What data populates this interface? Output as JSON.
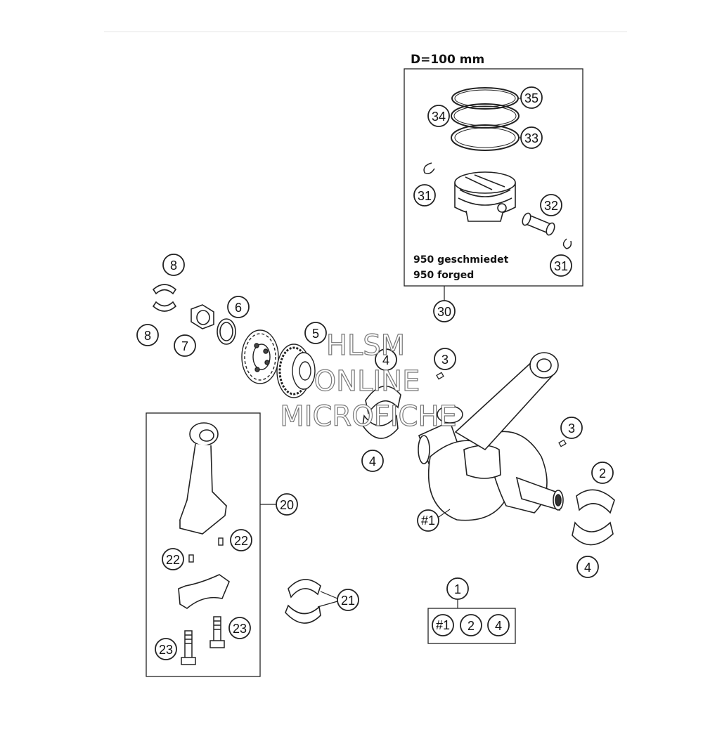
{
  "diagram": {
    "piston_kit": {
      "title": "D=100 mm",
      "note_line1": "950 geschmiedet",
      "note_line2": "950 forged"
    },
    "callouts": {
      "c35": "35",
      "c34": "34",
      "c33": "33",
      "c31a": "31",
      "c32": "32",
      "c31b": "31",
      "c30": "30",
      "c8a": "8",
      "c8b": "8",
      "c7": "7",
      "c6": "6",
      "c5": "5",
      "c4a": "4",
      "c3a": "3",
      "c3b": "3",
      "c4b": "4",
      "c2": "2",
      "c1crank": "#1",
      "c4c": "4",
      "c20": "20",
      "c22a": "22",
      "c22b": "22",
      "c23a": "23",
      "c23b": "23",
      "c21": "21",
      "c1": "1",
      "kit1": "#1",
      "kit2": "2",
      "kit4": "4"
    },
    "watermark": {
      "line1": "HLSM",
      "line2": "ONLINE",
      "line3": "MICROFICHE"
    }
  }
}
